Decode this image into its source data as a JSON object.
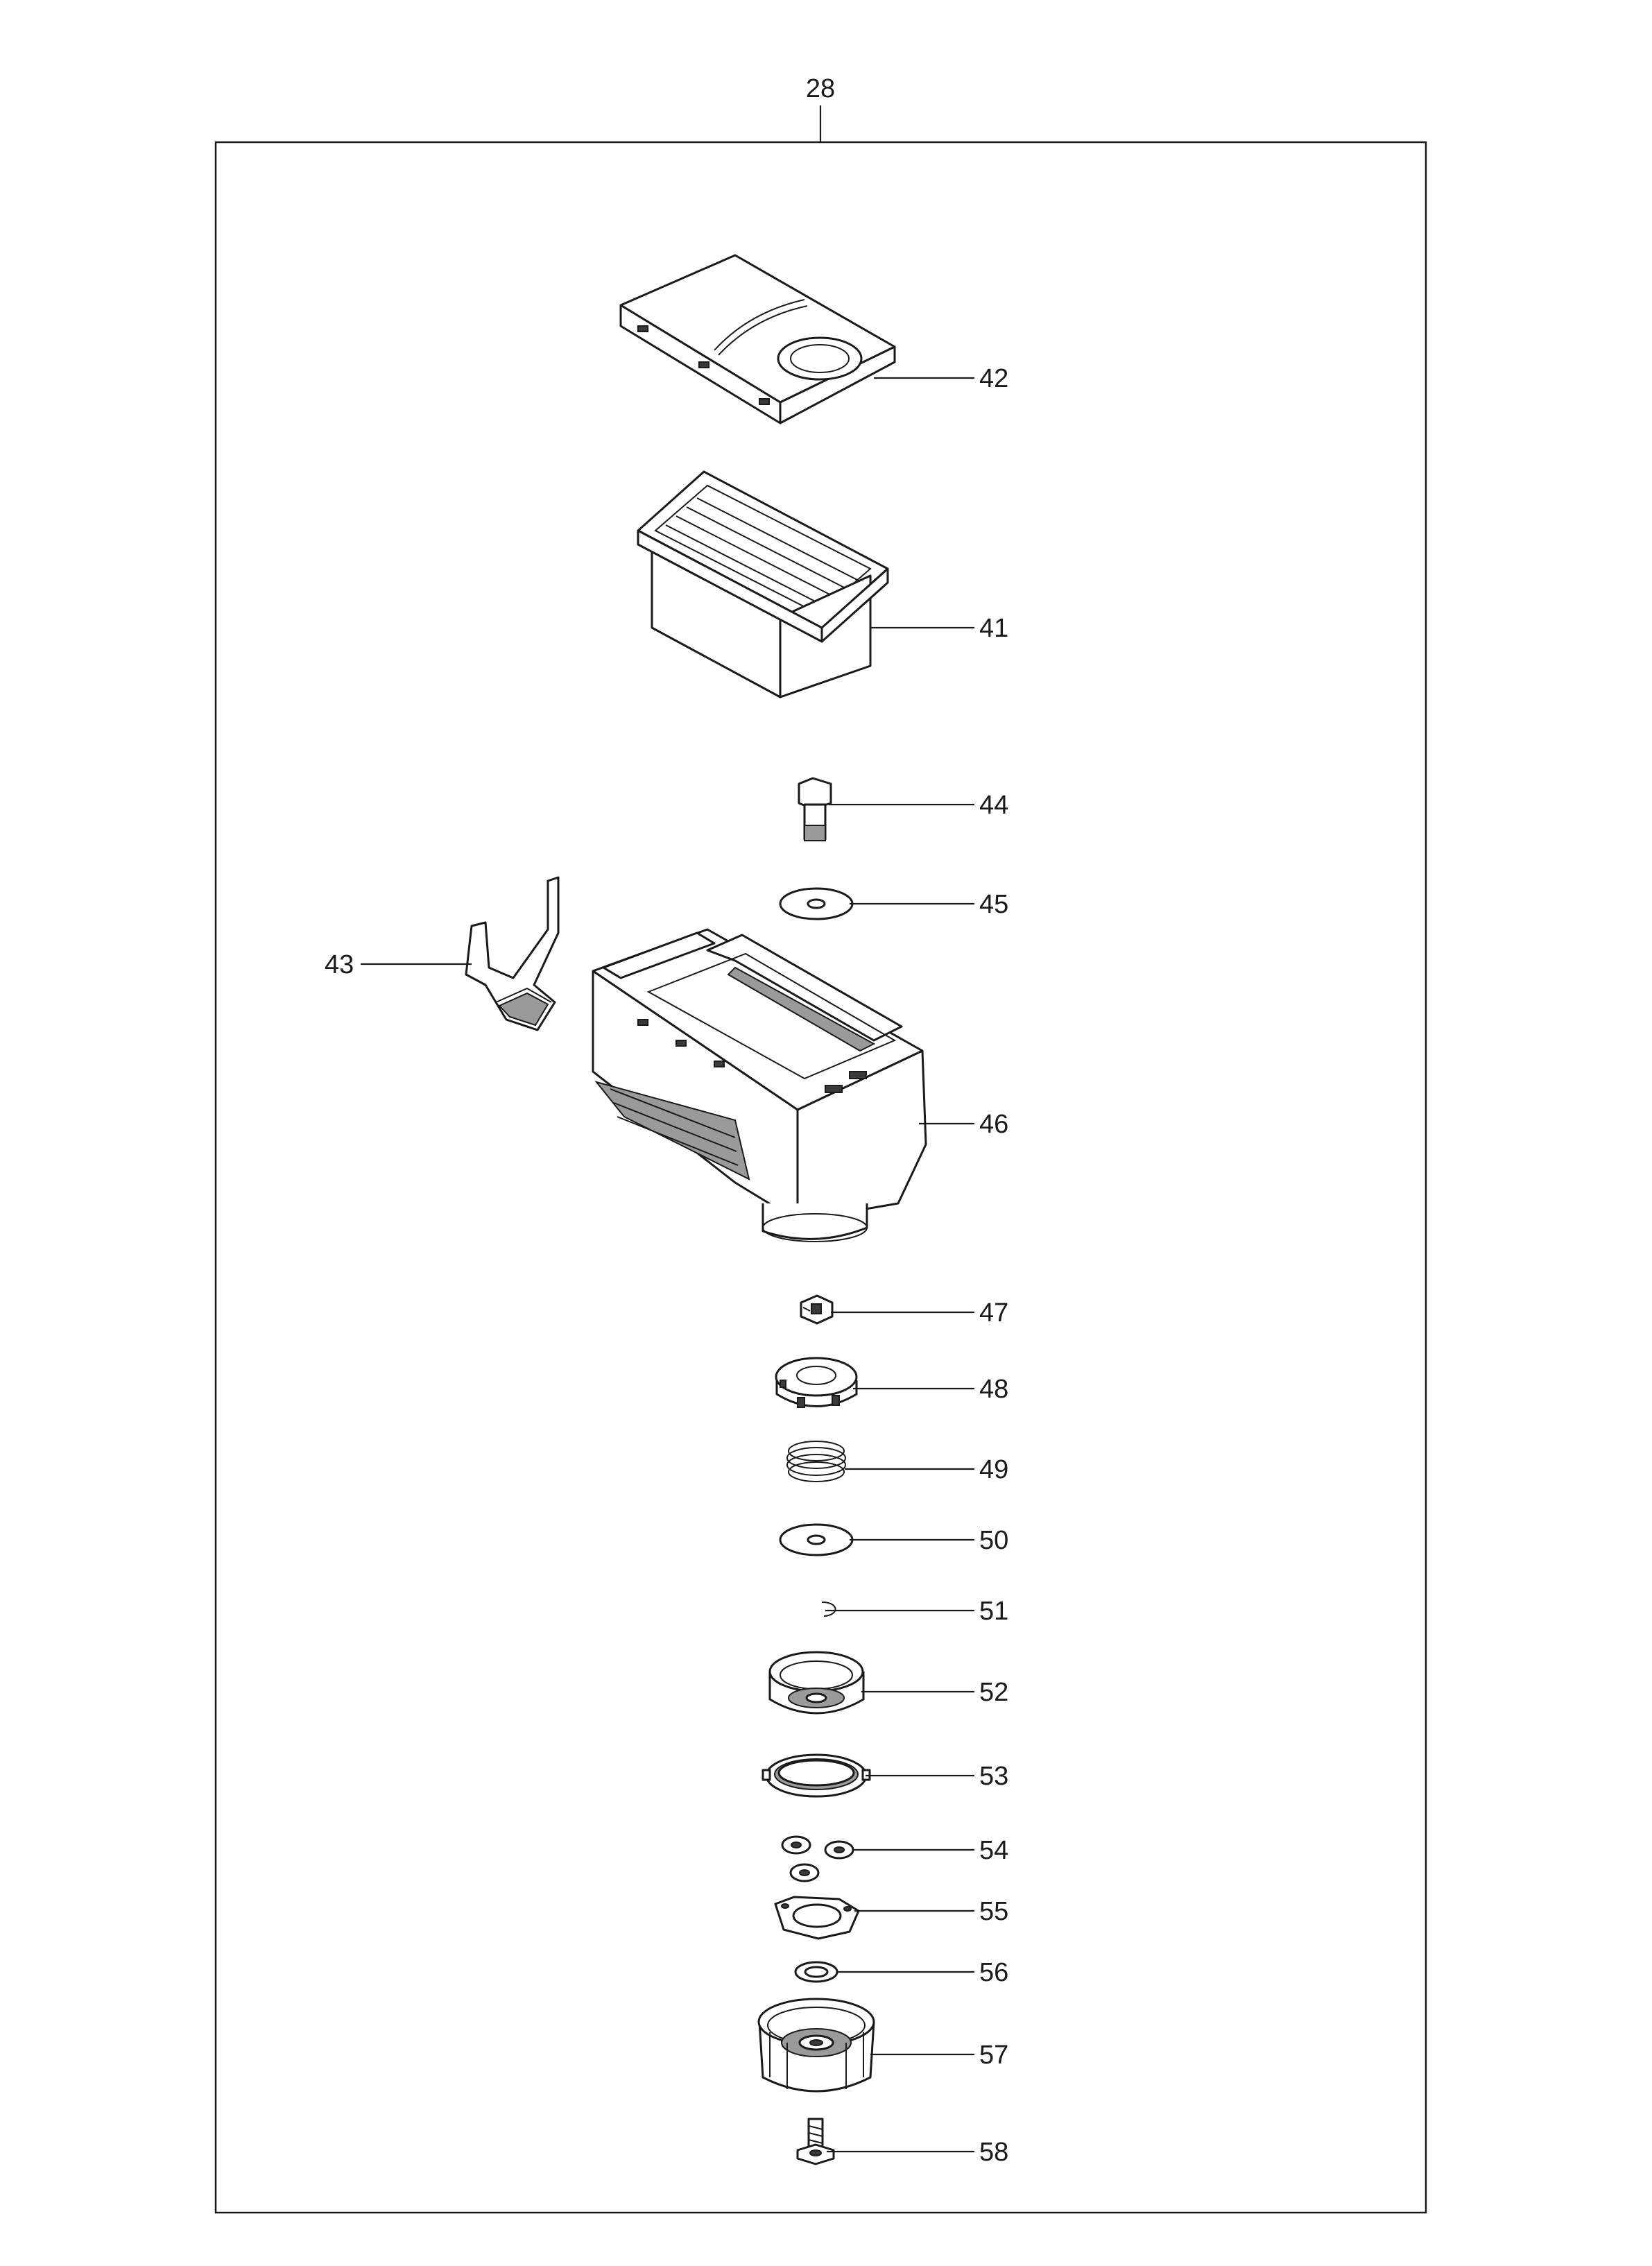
{
  "assembly": {
    "number": "28"
  },
  "parts": [
    {
      "number": "42"
    },
    {
      "number": "41"
    },
    {
      "number": "44"
    },
    {
      "number": "45"
    },
    {
      "number": "43"
    },
    {
      "number": "46"
    },
    {
      "number": "47"
    },
    {
      "number": "48"
    },
    {
      "number": "49"
    },
    {
      "number": "50"
    },
    {
      "number": "51"
    },
    {
      "number": "52"
    },
    {
      "number": "53"
    },
    {
      "number": "54"
    },
    {
      "number": "55"
    },
    {
      "number": "56"
    },
    {
      "number": "57"
    },
    {
      "number": "58"
    }
  ]
}
